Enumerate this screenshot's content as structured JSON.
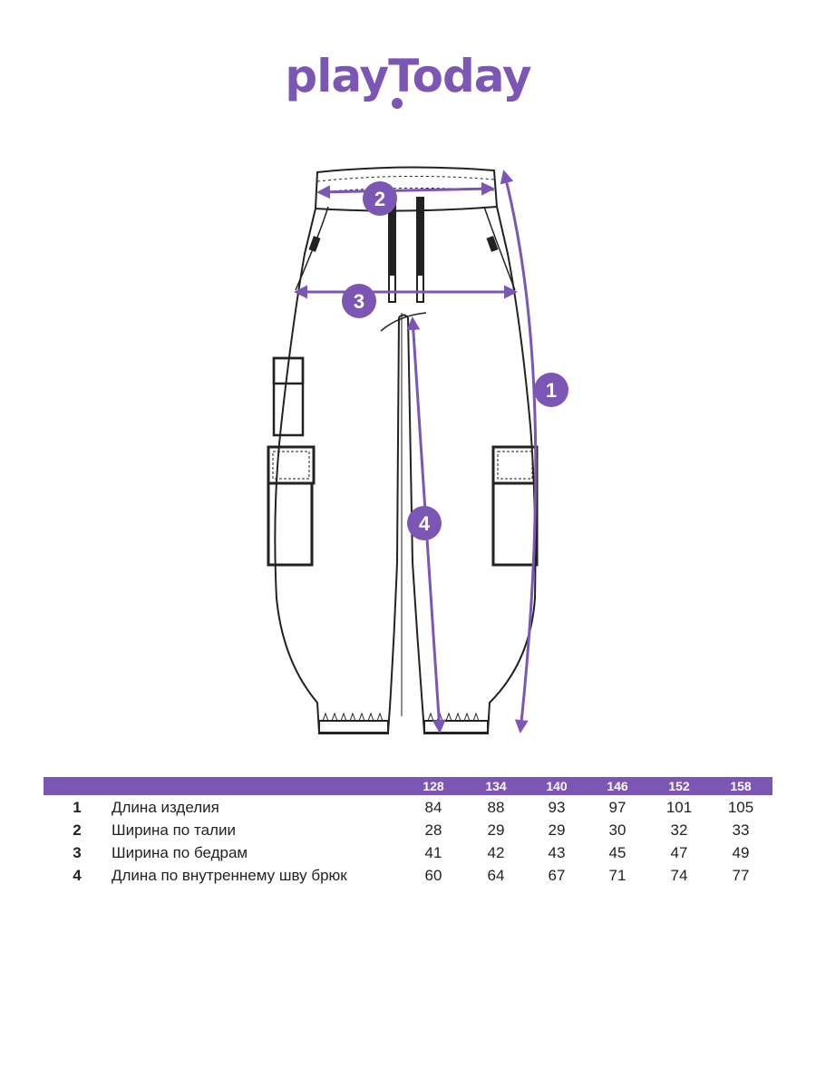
{
  "brand": {
    "logo_text": "playToday",
    "accent_color": "#7b56b5"
  },
  "diagram": {
    "markers": [
      "1",
      "2",
      "3",
      "4"
    ]
  },
  "table": {
    "sizes": [
      "128",
      "134",
      "140",
      "146",
      "152",
      "158"
    ],
    "rows": [
      {
        "num": "1",
        "label": "Длина изделия",
        "values": [
          "84",
          "88",
          "93",
          "97",
          "101",
          "105"
        ]
      },
      {
        "num": "2",
        "label": "Ширина по талии",
        "values": [
          "28",
          "29",
          "29",
          "30",
          "32",
          "33"
        ]
      },
      {
        "num": "3",
        "label": "Ширина по бедрам",
        "values": [
          "41",
          "42",
          "43",
          "45",
          "47",
          "49"
        ]
      },
      {
        "num": "4",
        "label": "Длина по внутреннему шву брюк",
        "values": [
          "60",
          "64",
          "67",
          "71",
          "74",
          "77"
        ]
      }
    ]
  }
}
